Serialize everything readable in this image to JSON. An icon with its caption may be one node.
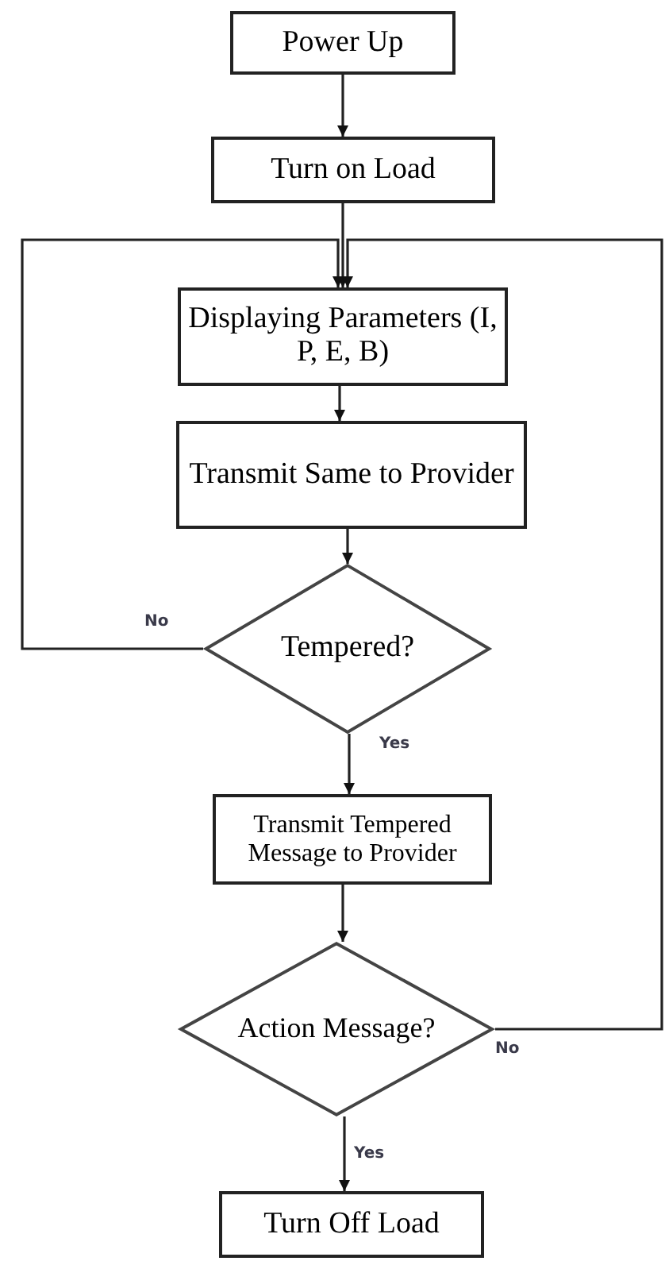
{
  "diagram": {
    "nodes": [
      {
        "text": [
          "Power Up"
        ]
      },
      {
        "text": [
          "Turn on Load"
        ]
      },
      {
        "text": [
          "Displaying Parameters (I, P, E, B)"
        ]
      },
      {
        "text": [
          "Transmit Same to Provider"
        ]
      },
      {
        "text": [
          "Tempered?"
        ]
      },
      {
        "text": [
          "Transmit Tempered Message to Provider"
        ]
      },
      {
        "text": [
          "Action Message?"
        ]
      },
      {
        "text": [
          "Turn Off Load"
        ]
      }
    ],
    "edges": [
      {
        "from": 0,
        "to": 1,
        "arrow": "to"
      },
      {
        "from": 1,
        "to": 2,
        "arrow": "to"
      },
      {
        "from": 2,
        "to": 3,
        "arrow": "to"
      },
      {
        "from": 3,
        "to": 4,
        "arrow": "to"
      },
      {
        "from": 4,
        "to": 5,
        "arrow": "to",
        "label": "Yes"
      },
      {
        "from": 4,
        "to": 2,
        "arrow": "to",
        "label": "No"
      },
      {
        "from": 5,
        "to": 6,
        "arrow": "to"
      },
      {
        "from": 6,
        "to": 2,
        "arrow": "to",
        "label": "No"
      },
      {
        "from": 6,
        "to": 7,
        "arrow": "to",
        "label": "Yes"
      }
    ]
  }
}
